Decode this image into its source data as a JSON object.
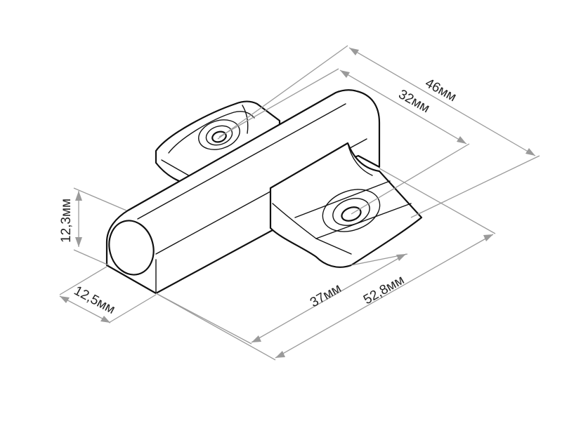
{
  "dimensions": {
    "overall_length": "46мм",
    "hole_spacing": "32мм",
    "height": "12,3мм",
    "diameter": "12,5мм",
    "length_front": "37мм",
    "length_total": "52,8мм"
  },
  "colors": {
    "outline": "#111111",
    "dimension_line": "#9a9a9a",
    "text": "#222222",
    "background": "#ffffff"
  }
}
